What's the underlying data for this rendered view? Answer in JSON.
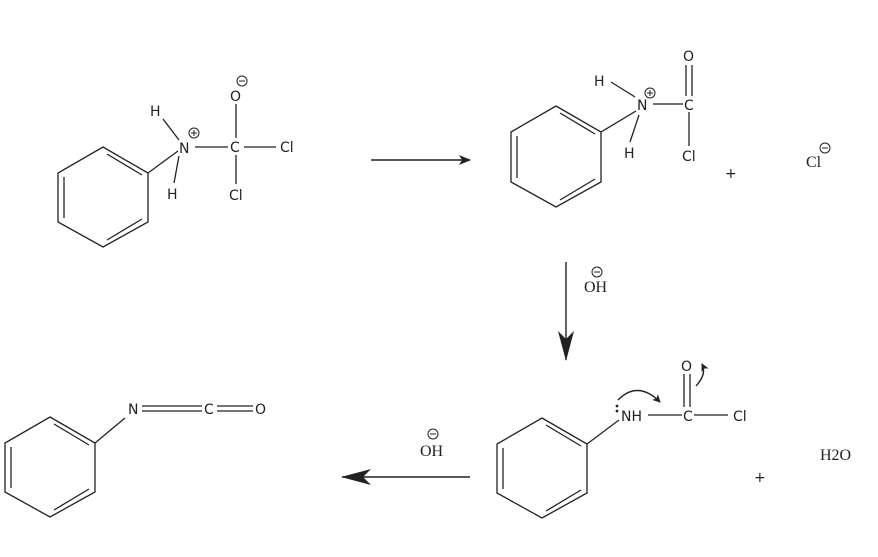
{
  "reactant": {
    "atoms": {
      "h_top": "H",
      "n": "N",
      "h_bottom": "H",
      "o": "O",
      "c": "C",
      "cl_right": "Cl",
      "cl_bottom": "Cl"
    }
  },
  "intermediate": {
    "atoms": {
      "h_top": "H",
      "n": "N",
      "h_bottom": "H",
      "o": "O",
      "c": "C",
      "cl": "Cl"
    },
    "plus": "+",
    "chloride": "Cl"
  },
  "step_down": {
    "reagent": "OH"
  },
  "carbamoyl": {
    "atoms": {
      "nh": "NH",
      "o": "O",
      "c": "C",
      "cl": "Cl"
    },
    "plus": "+",
    "water": "H2O"
  },
  "step_left": {
    "reagent": "OH"
  },
  "product": {
    "atoms": {
      "n": "N",
      "c": "C",
      "o": "O"
    }
  }
}
